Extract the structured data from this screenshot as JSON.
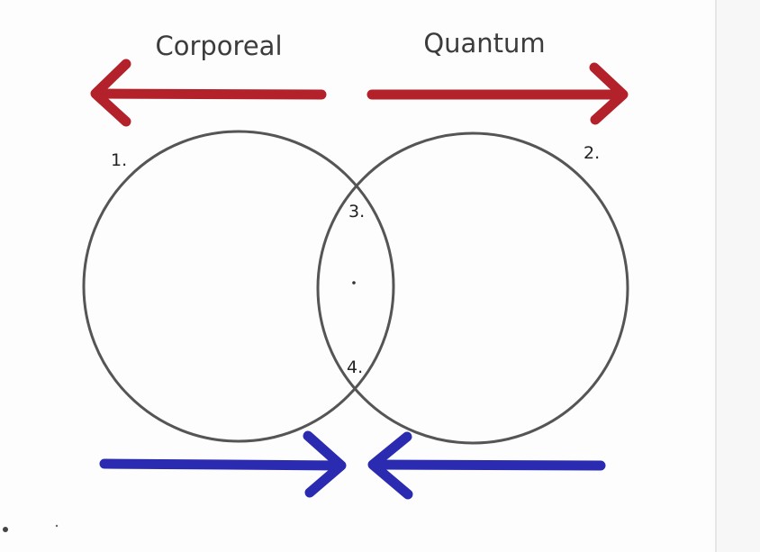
{
  "labels": {
    "left_title": "Corporeal",
    "right_title": "Quantum"
  },
  "regions": {
    "one": "1.",
    "two": "2.",
    "three": "3.",
    "four": "4."
  },
  "colors": {
    "outward_arrows": "#b3212b",
    "inward_arrows": "#2a2bb0",
    "circles": "#555555"
  }
}
